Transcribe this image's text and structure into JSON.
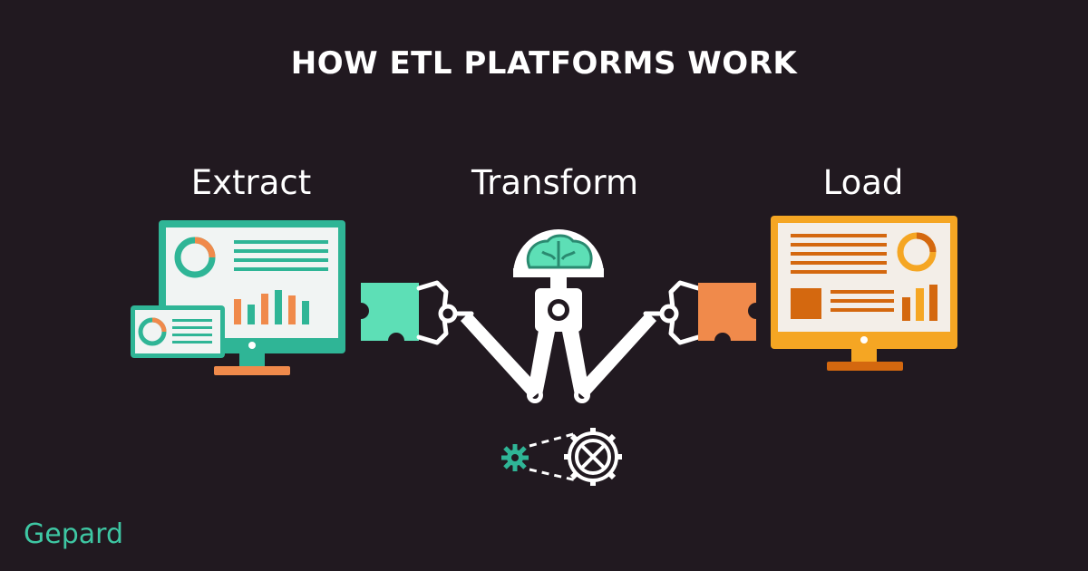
{
  "title": "HOW ETL PLATFORMS WORK",
  "stages": {
    "extract": "Extract",
    "transform": "Transform",
    "load": "Load"
  },
  "brand": "Gepard",
  "colors": {
    "background": "#211920",
    "teal": "#2fb596",
    "teal_light": "#5ddfb6",
    "orange": "#f08a4b",
    "amber": "#f5a623",
    "gear": "#ffffff"
  },
  "icons": [
    "monitor-icon",
    "puzzle-piece-icon",
    "robot-arm-icon",
    "brain-icon",
    "gear-icon"
  ]
}
